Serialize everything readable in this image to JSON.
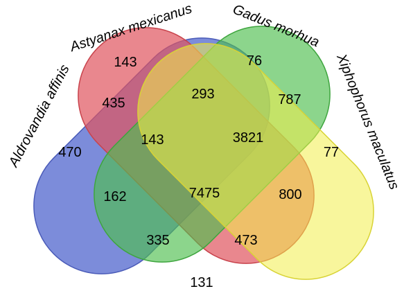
{
  "sets": [
    {
      "key": "blue",
      "label": "Aldrovandia affinis",
      "fill": "#5b6fd1",
      "stroke": "#4a5bb8"
    },
    {
      "key": "red",
      "label": "Astyanax mexicanus",
      "fill": "#e0545e",
      "stroke": "#c8434c"
    },
    {
      "key": "green",
      "label": "Gadus morhua",
      "fill": "#4fbf4f",
      "stroke": "#3ea53e"
    },
    {
      "key": "yellow",
      "label": "Xiphophorus maculatus",
      "fill": "#f2ef4a",
      "stroke": "#d8d335"
    }
  ],
  "regions": {
    "blue_only": "470",
    "red_only": "143",
    "green_only": "76",
    "yellow_only": "77",
    "blue_red": "435",
    "red_green": "293",
    "green_yellow": "787",
    "blue_red_green": "143",
    "red_green_yellow": "3821",
    "all_four": "7475",
    "blue_green": "162",
    "red_yellow": "800",
    "blue_green_yellow": "335",
    "blue_red_yellow": "473",
    "blue_yellow": "131"
  }
}
